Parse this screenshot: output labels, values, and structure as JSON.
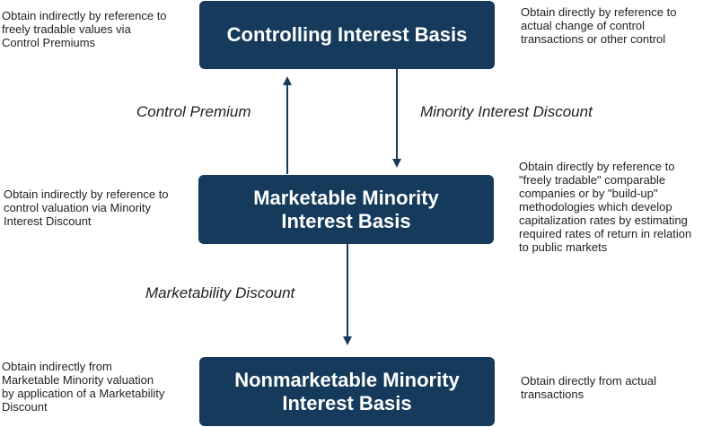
{
  "boxes": {
    "controlling": "Controlling Interest Basis",
    "marketable_line1": "Marketable Minority",
    "marketable_line2": "Interest Basis",
    "nonmarketable_line1": "Nonmarketable Minority",
    "nonmarketable_line2": "Interest Basis"
  },
  "arrow_labels": {
    "control_premium": "Control Premium",
    "minority_discount": "Minority Interest Discount",
    "marketability_discount": "Marketability Discount"
  },
  "notes": {
    "controlling_left": [
      "Obtain indirectly by reference to",
      "freely tradable values via",
      "Control Premiums"
    ],
    "controlling_right": [
      "Obtain directly by reference to",
      "actual change of control",
      "transactions or other control"
    ],
    "marketable_left": [
      "Obtain indirectly by reference to",
      "control valuation via Minority",
      "Interest Discount"
    ],
    "marketable_right": [
      "Obtain directly by reference to",
      "\"freely tradable\" comparable",
      "companies or by \"build-up\"",
      "methodologies which develop",
      "capitalization rates by estimating",
      "required rates of return in relation",
      "to public markets"
    ],
    "nonmarketable_left": [
      "Obtain indirectly from",
      "Marketable Minority valuation",
      "by application of a Marketability",
      "Discount"
    ],
    "nonmarketable_right": [
      "Obtain directly from actual",
      "transactions"
    ]
  },
  "colors": {
    "box_fill": "#153a5b",
    "box_text": "#ffffff",
    "arrow": "#153a5b"
  }
}
